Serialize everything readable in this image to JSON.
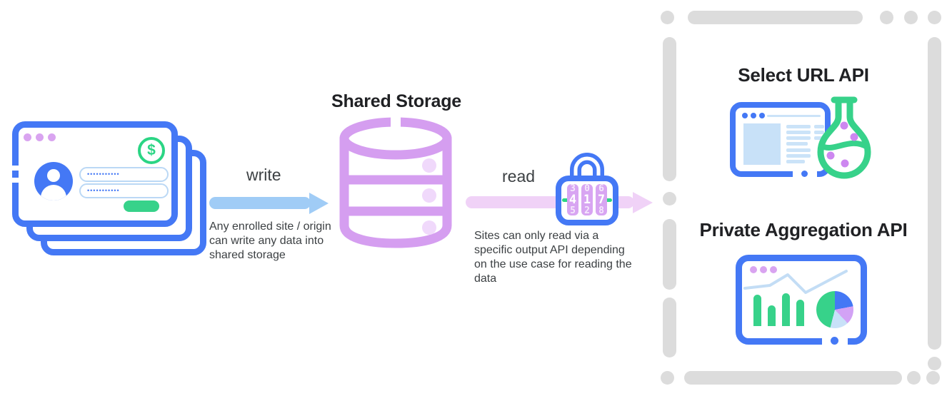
{
  "storage": {
    "title": "Shared Storage"
  },
  "write_flow": {
    "label": "write",
    "description": "Any enrolled site / origin can write any data into shared storage"
  },
  "read_flow": {
    "label": "read",
    "description": "Sites can only read via a specific output API depending on the use case for reading the data",
    "lock_code": "417",
    "wheels": {
      "top": [
        "3",
        "0",
        "6"
      ],
      "main": [
        "4",
        "1",
        "7"
      ],
      "bottom": [
        "5",
        "2",
        "8"
      ]
    }
  },
  "left_windows": {
    "dollar_symbol": "$",
    "password_mask": "•••••••••••"
  },
  "apis": {
    "select_url": {
      "title": "Select URL API"
    },
    "private_aggregation": {
      "title": "Private Aggregation API"
    }
  },
  "colors": {
    "blue": "#4478F5",
    "purple": "#D59EF0",
    "light_purple": "#F0D9FB",
    "green": "#37D28A",
    "write_arrow_blue": "#A0CCF6",
    "read_arrow_pink": "#F0D2F7",
    "light_blue_fill": "#C8E1F8",
    "dash_gray": "#DCDCDC",
    "title_text": "#202124",
    "body_text": "#3C4043"
  }
}
